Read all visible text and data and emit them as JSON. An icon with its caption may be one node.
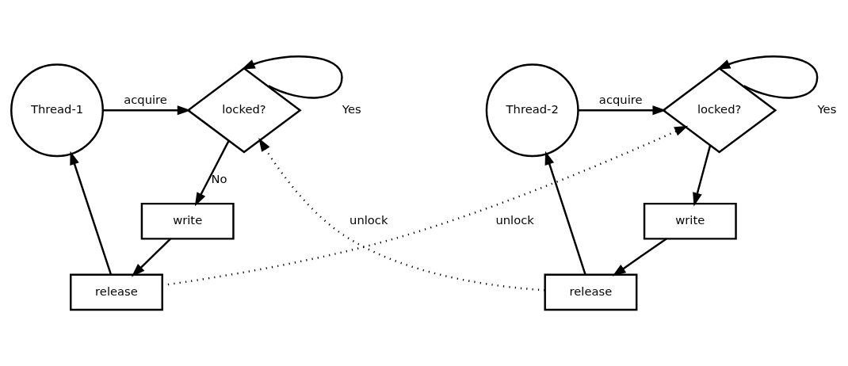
{
  "diagram": {
    "nodes": [
      {
        "text": [
          "Thread-1"
        ]
      },
      {
        "text": [
          "locked?"
        ]
      },
      {
        "text": [
          "write"
        ]
      },
      {
        "text": [
          "release"
        ]
      },
      {
        "text": [
          "locked?"
        ]
      },
      {
        "text": [
          "Thread-2"
        ]
      },
      {
        "text": [
          "write"
        ]
      },
      {
        "text": [
          "release"
        ]
      }
    ],
    "edges": [
      {
        "from": 0,
        "to": 1,
        "arrow": "to",
        "label": "acquire"
      },
      {
        "from": 1,
        "to": 1,
        "arrow": "to",
        "label": "Yes"
      },
      {
        "from": 1,
        "to": 2,
        "arrow": "to",
        "label": "No"
      },
      {
        "from": 2,
        "to": 3,
        "arrow": "to"
      },
      {
        "from": 3,
        "to": 0,
        "arrow": "to"
      },
      {
        "from": 3,
        "to": 4,
        "arrow": "to",
        "label": "unlock",
        "style": "dashed"
      },
      {
        "from": 4,
        "to": 4,
        "arrow": "to",
        "label": "Yes"
      },
      {
        "from": 5,
        "to": 4,
        "arrow": "to",
        "label": "acquire"
      },
      {
        "from": 4,
        "to": 6,
        "arrow": "to"
      },
      {
        "from": 6,
        "to": 7,
        "arrow": "to"
      },
      {
        "from": 7,
        "to": 5,
        "arrow": "to"
      },
      {
        "from": 7,
        "to": 1,
        "arrow": "to",
        "label": "unlock",
        "style": "dashed"
      }
    ]
  }
}
